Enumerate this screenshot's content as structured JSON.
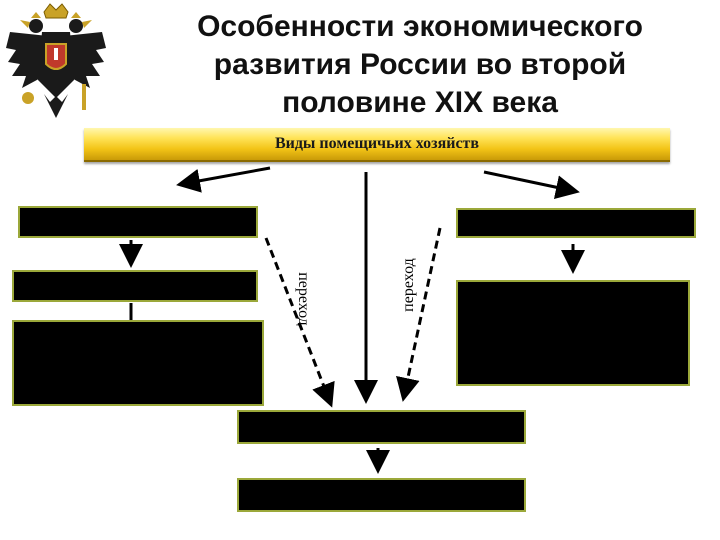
{
  "slide": {
    "title": "Особенности экономического\nразвития России во второй\nполовине XIX века",
    "banner_text": "Виды помещичьих хозяйств",
    "transition_label_left": "переход",
    "transition_label_right": "переход"
  },
  "emblem": {
    "name": "double-headed-eagle-emblem",
    "colors": {
      "body": "#1a1a1a",
      "crown": "#c9a227",
      "shield": "#c0392b"
    }
  },
  "boxes": [
    {
      "id": "left-top-box",
      "text": ""
    },
    {
      "id": "left-middle-box",
      "text": ""
    },
    {
      "id": "left-bottom-box",
      "text": ""
    },
    {
      "id": "right-top-box",
      "text": ""
    },
    {
      "id": "right-bottom-box",
      "text": ""
    },
    {
      "id": "center-top-box",
      "text": ""
    },
    {
      "id": "center-bottom-box",
      "text": ""
    }
  ],
  "colors": {
    "box_fill": "#000000",
    "box_border": "#9ba83a",
    "banner_gold": "#f3c417"
  }
}
